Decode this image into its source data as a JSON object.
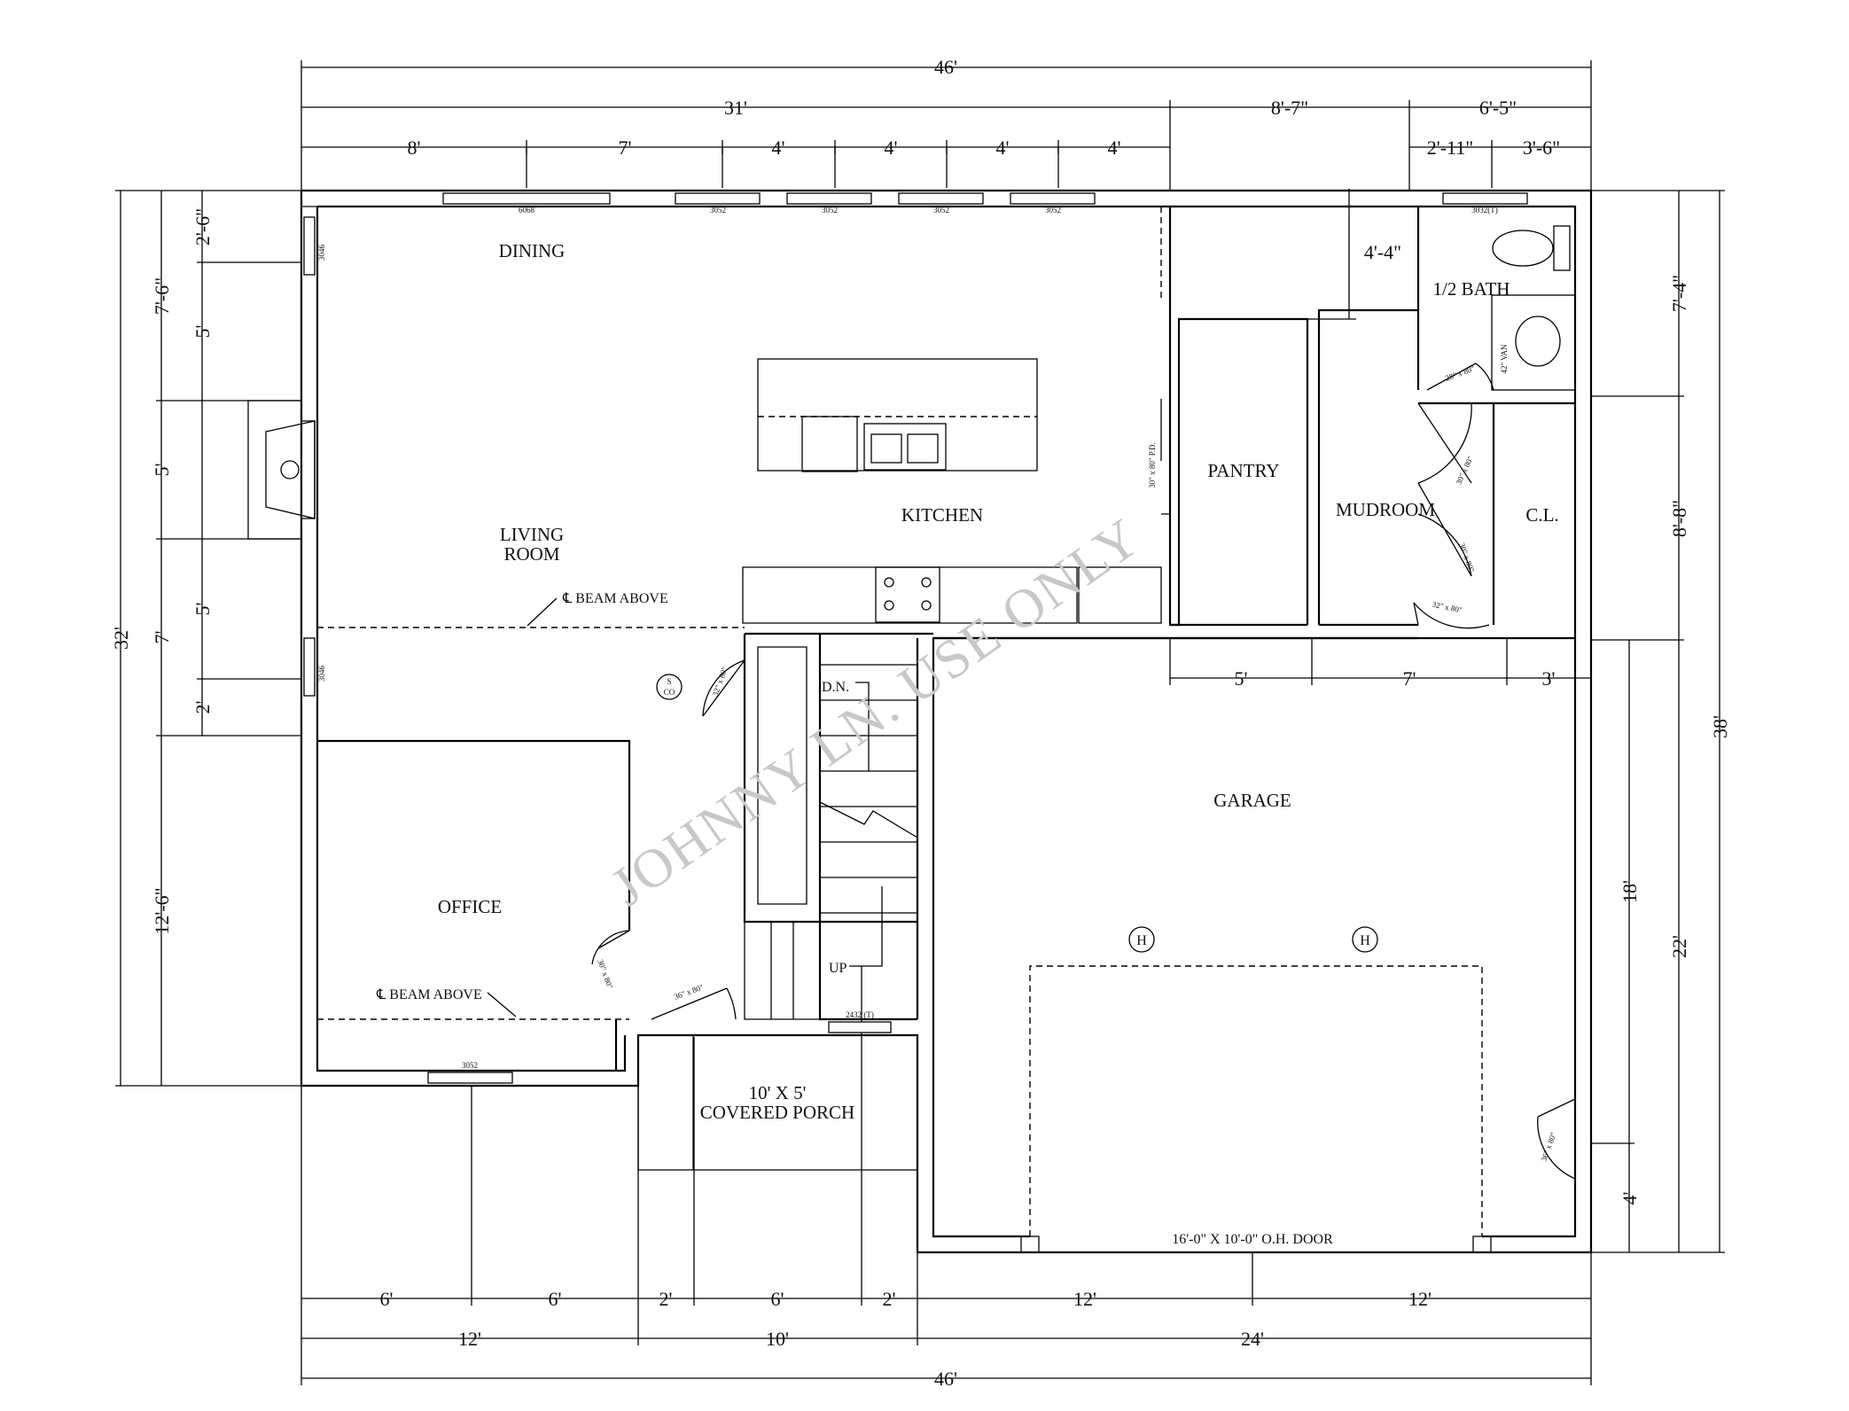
{
  "rooms": {
    "dining": "DINING",
    "living_line1": "LIVING",
    "living_line2": "ROOM",
    "kitchen": "KITCHEN",
    "pantry": "PANTRY",
    "mudroom": "MUDROOM",
    "half_bath": "1/2 BATH",
    "closet": "C.L.",
    "office": "OFFICE",
    "garage": "GARAGE",
    "porch_line1": "10' X 5'",
    "porch_line2": "COVERED PORCH"
  },
  "notes": {
    "beam_above": "℄ BEAM ABOVE",
    "stair_down": "D.N.",
    "stair_up": "UP",
    "cleanout_s": "S",
    "cleanout_co": "CO",
    "hose_bib": "H",
    "garage_door": "16'-0\" X 10'-0\" O.H. DOOR",
    "pantry_door": "30\" x 80\" P.D.",
    "vanity": "42\" VAN",
    "watermark": "JOHNNY LN. USE ONLY"
  },
  "windows": {
    "w6068": "6068",
    "w3052": "3052",
    "w3032t": "3032(T)",
    "w3046": "3046",
    "w2432t": "2432 (T)"
  },
  "doors": {
    "d32x80": "32\" x 80\"",
    "d30x80": "30\" x 80\"",
    "d36x80": "36\" x 80\"",
    "d28x80": "28\" x 80\""
  },
  "dimensions": {
    "top_overall": "46'",
    "top_a": "31'",
    "top_b": "8'-7\"",
    "top_c": "6'-5\"",
    "top_d1": "8'",
    "top_d2": "7'",
    "top_d3": "4'",
    "top_d4": "4'",
    "top_d5": "4'",
    "top_d6": "4'",
    "top_e1": "2'-11\"",
    "top_e2": "3'-6\"",
    "left_overall": "32'",
    "left_a1": "7'-6\"",
    "left_a2": "5'",
    "left_a3": "7'",
    "left_a4": "12'-6\"",
    "left_b1": "2'-6\"",
    "left_b2": "5'",
    "left_b3": "5'",
    "left_b4": "2'",
    "right_overall": "38'",
    "right_a1": "7'-4\"",
    "right_a2": "8'-8\"",
    "right_a3": "22'",
    "right_b1": "18'",
    "right_b2": "4'",
    "pantry_depth": "4'-4\"",
    "garage_top1": "5'",
    "garage_top2": "7'",
    "garage_top3": "3'",
    "bot_a1": "6'",
    "bot_a2": "6'",
    "bot_a3": "2'",
    "bot_a4": "6'",
    "bot_a5": "2'",
    "bot_a6": "12'",
    "bot_a7": "12'",
    "bot_b1": "12'",
    "bot_b2": "10'",
    "bot_b3": "24'",
    "bot_overall": "46'"
  }
}
